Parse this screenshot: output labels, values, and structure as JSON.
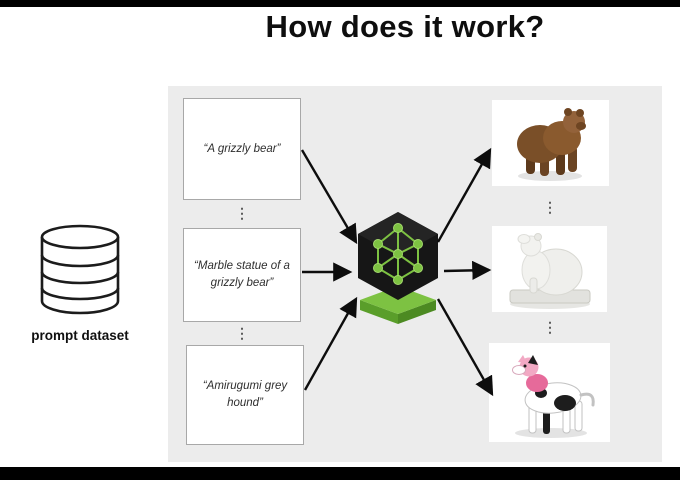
{
  "title": "How does it work?",
  "dataset": {
    "label": "prompt dataset",
    "icon": "database-icon"
  },
  "prompts": [
    {
      "text": "“A grizzly bear”"
    },
    {
      "text": "“Marble statue of a grizzly bear”"
    },
    {
      "text": "“Amirugumi grey hound”"
    }
  ],
  "model": {
    "icon": "neural-network-icon"
  },
  "outputs": [
    {
      "icon": "grizzly-bear-render"
    },
    {
      "icon": "marble-statue-bear-render"
    },
    {
      "icon": "amigurumi-greyhound-render"
    }
  ],
  "ellipsis": "⋮",
  "colors": {
    "panel": "#ececec",
    "accent_green": "#7dc242",
    "arrow": "#0d0d0d",
    "letterbox": "#000000"
  }
}
